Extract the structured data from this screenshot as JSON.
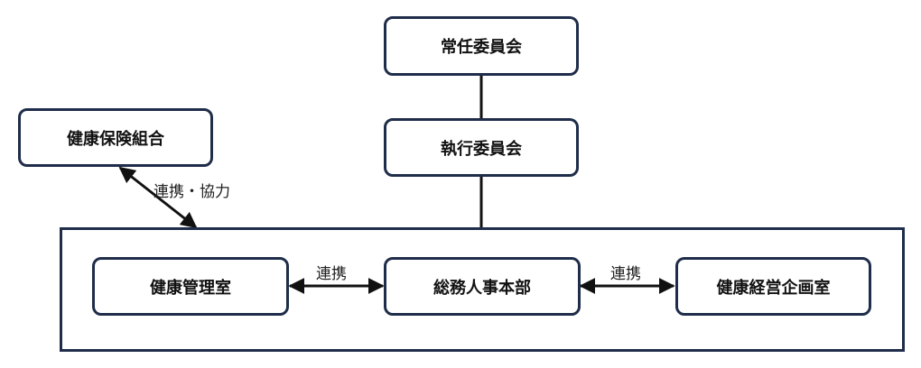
{
  "nodes": {
    "standing_committee": "常任委員会",
    "executive_committee": "執行委員会",
    "health_insurance_union": "健康保険組合",
    "health_management_office": "健康管理室",
    "general_hr_division": "総務人事本部",
    "health_management_planning_office": "健康経営企画室"
  },
  "edge_labels": {
    "union_to_group": "連携・協力",
    "office_to_hr": "連携",
    "hr_to_planning": "連携"
  },
  "colors": {
    "border": "#1f2d4a",
    "line": "#111111"
  }
}
